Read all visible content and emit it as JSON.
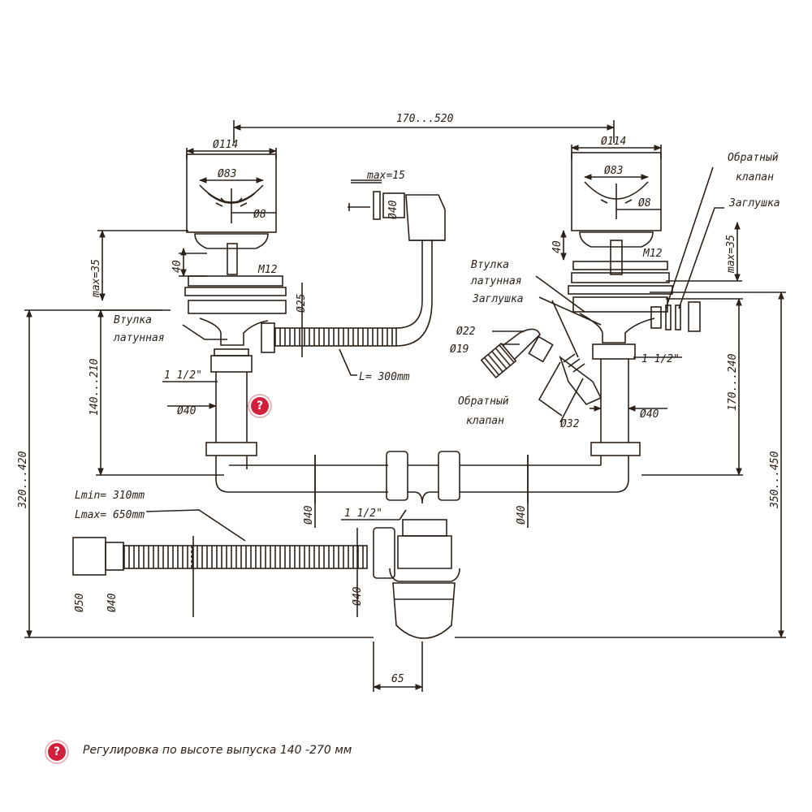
{
  "dimensions": {
    "spacing": "170...520",
    "d114_left": "Ø114",
    "d83_left": "Ø83",
    "d8_left": "Ø8",
    "d114_right": "Ø114",
    "d83_right": "Ø83",
    "d8_right": "Ø8",
    "max15": "max=15",
    "d40_overflow": "Ø40",
    "h40_left": "40",
    "h40_right": "40",
    "m12_left": "M12",
    "m12_right": "M12",
    "max35_left": "max=35",
    "max35_right": "max=35",
    "d25": "Ø25",
    "thread_left": "1 1/2\"",
    "thread_right": "1 1/2\"",
    "thread_mid": "1 1/2\"",
    "d40_left": "Ø40",
    "d40_right": "Ø40",
    "h140_210": "140...210",
    "h170_240": "170...240",
    "h320_420": "320...420",
    "h350_450": "350...450",
    "hose_length": "L= 300mm",
    "d22": "Ø22",
    "d19": "Ø19",
    "d32": "Ø32",
    "d40_pipe_a": "Ø40",
    "d40_pipe_b": "Ø40",
    "d40_outlet": "Ø40",
    "d50": "Ø50",
    "d40_hose": "Ø40",
    "lmin": "Lmin= 310mm",
    "lmax": "Lmax= 650mm",
    "offset65": "65"
  },
  "labels": {
    "bushing_left_1": "Втулка",
    "bushing_left_2": "латунная",
    "bushing_right_1": "Втулка",
    "bushing_right_2": "латунная",
    "plug_right": "Заглушка",
    "check_valve_1": "Обратный",
    "check_valve_2": "клапан",
    "check_valve_top_1": "Обратный",
    "check_valve_top_2": "клапан",
    "plug_top": "Заглушка"
  },
  "note": {
    "icon": "question-circle-icon",
    "text": "Регулировка по высоте выпуска 140 -270 мм"
  },
  "colors": {
    "line": "#2b2118",
    "accent": "#d21f3c"
  }
}
